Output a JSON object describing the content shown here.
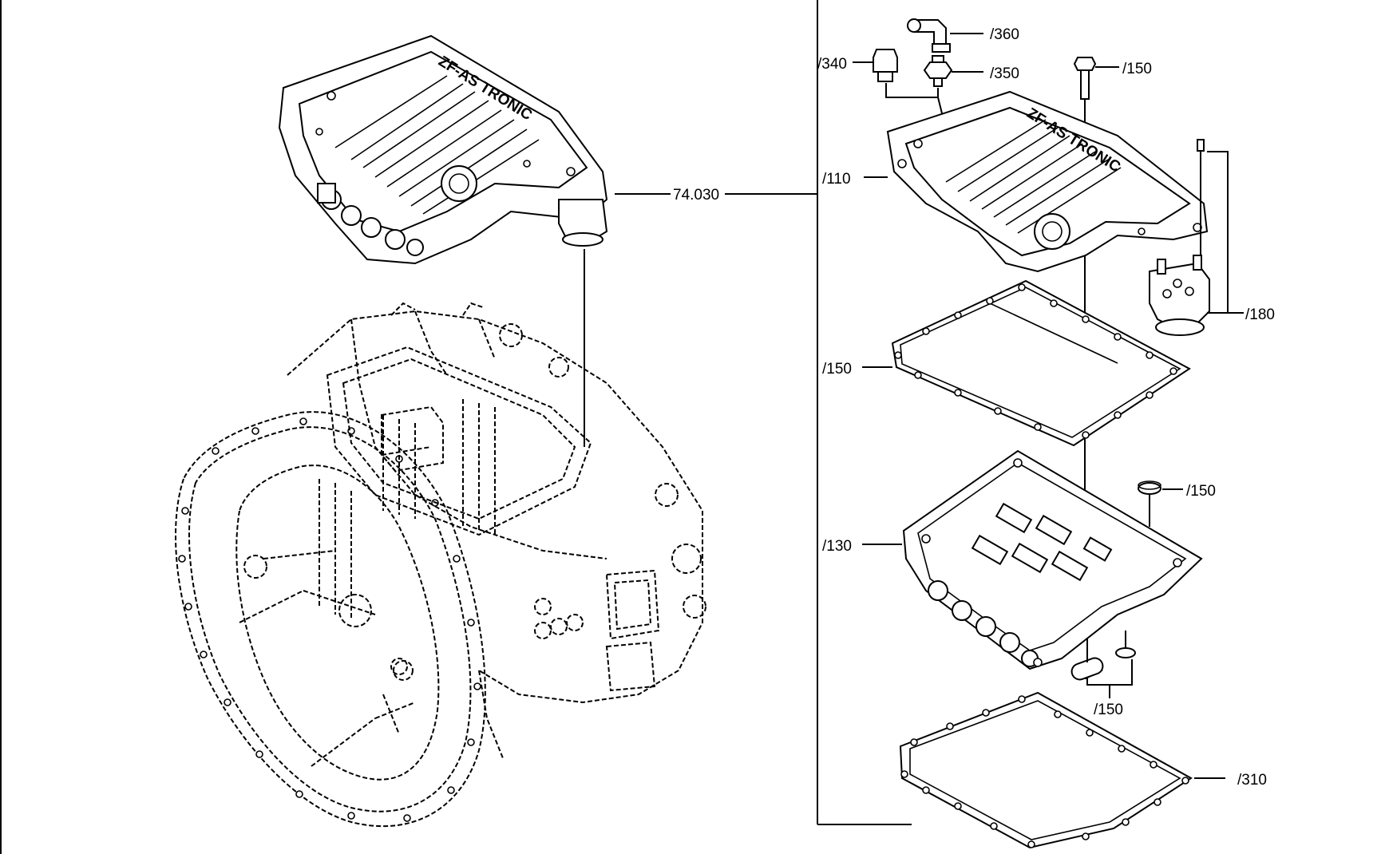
{
  "diagram": {
    "callouts": {
      "assembly": "74.030",
      "c360": "/360",
      "c340": "/340",
      "c350": "/350",
      "c150_bolt": "/150",
      "c110": "/110",
      "c180": "/180",
      "c150_gasket": "/150",
      "c150_seal": "/150",
      "c130": "/130",
      "c150_pair": "/150",
      "c310": "/310"
    },
    "cover_lettering": "ZF-AS TRONIC"
  }
}
